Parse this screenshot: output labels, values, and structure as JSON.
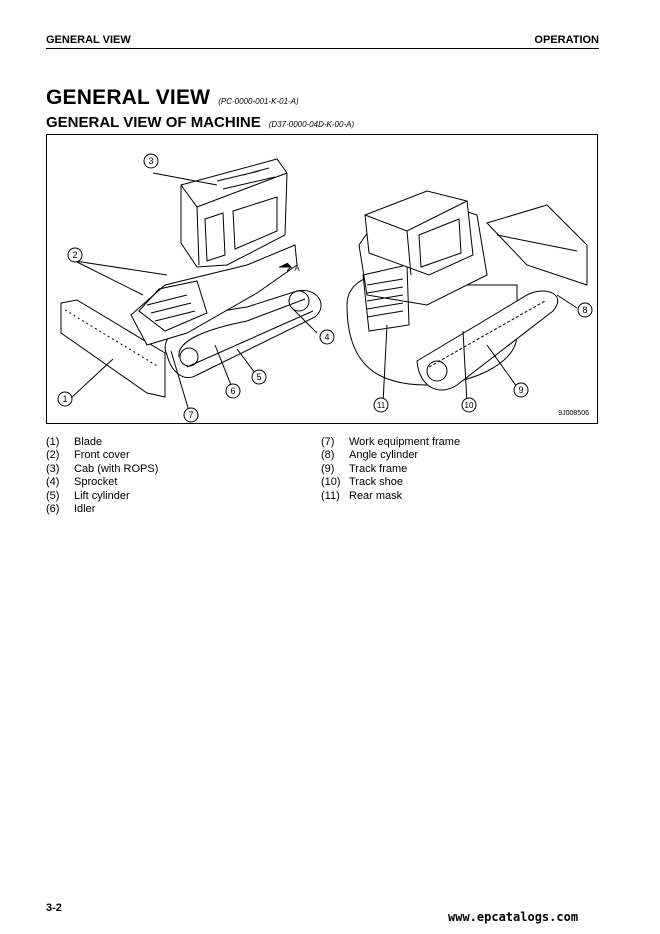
{
  "header": {
    "left": "GENERAL VIEW",
    "right": "OPERATION"
  },
  "title": {
    "main": "GENERAL VIEW",
    "main_code": "(PC-0000-001-K-01-A)",
    "sub": "GENERAL VIEW OF MACHINE",
    "sub_code": "(D37-0000-04D-K-00-A)"
  },
  "figure": {
    "id": "9J008506",
    "arrow_label": "A",
    "callouts": [
      "1",
      "2",
      "3",
      "4",
      "5",
      "6",
      "7",
      "8",
      "9",
      "10",
      "11"
    ]
  },
  "legend": {
    "col1": [
      {
        "num": "(1)",
        "label": "Blade"
      },
      {
        "num": "(2)",
        "label": "Front cover"
      },
      {
        "num": "(3)",
        "label": "Cab (with ROPS)"
      },
      {
        "num": "(4)",
        "label": "Sprocket"
      },
      {
        "num": "(5)",
        "label": "Lift cylinder"
      },
      {
        "num": "(6)",
        "label": "Idler"
      }
    ],
    "col2": [
      {
        "num": "(7)",
        "label": "Work equipment frame"
      },
      {
        "num": "(8)",
        "label": "Angle cylinder"
      },
      {
        "num": "(9)",
        "label": "Track frame"
      },
      {
        "num": "(10)",
        "label": "Track shoe"
      },
      {
        "num": "(11)",
        "label": "Rear mask"
      }
    ]
  },
  "footer": {
    "page": "3-2",
    "url": "www.epcatalogs.com"
  }
}
